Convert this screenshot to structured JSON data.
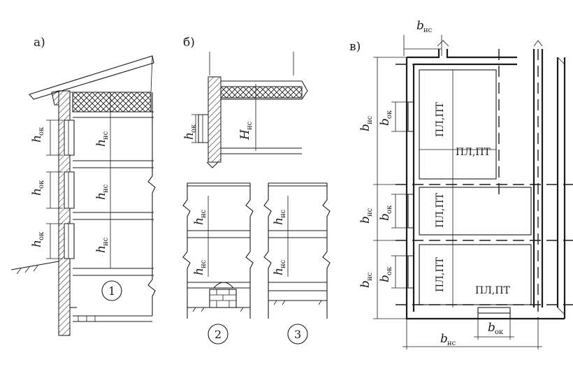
{
  "panels": {
    "a": "а)",
    "b": "б)",
    "c": "в)"
  },
  "dims": {
    "h": "h",
    "H": "H",
    "b": "b",
    "ok": "ок",
    "nc": "нс"
  },
  "room_label": "ПЛ,ПТ",
  "circles": [
    "1",
    "2",
    "3"
  ]
}
